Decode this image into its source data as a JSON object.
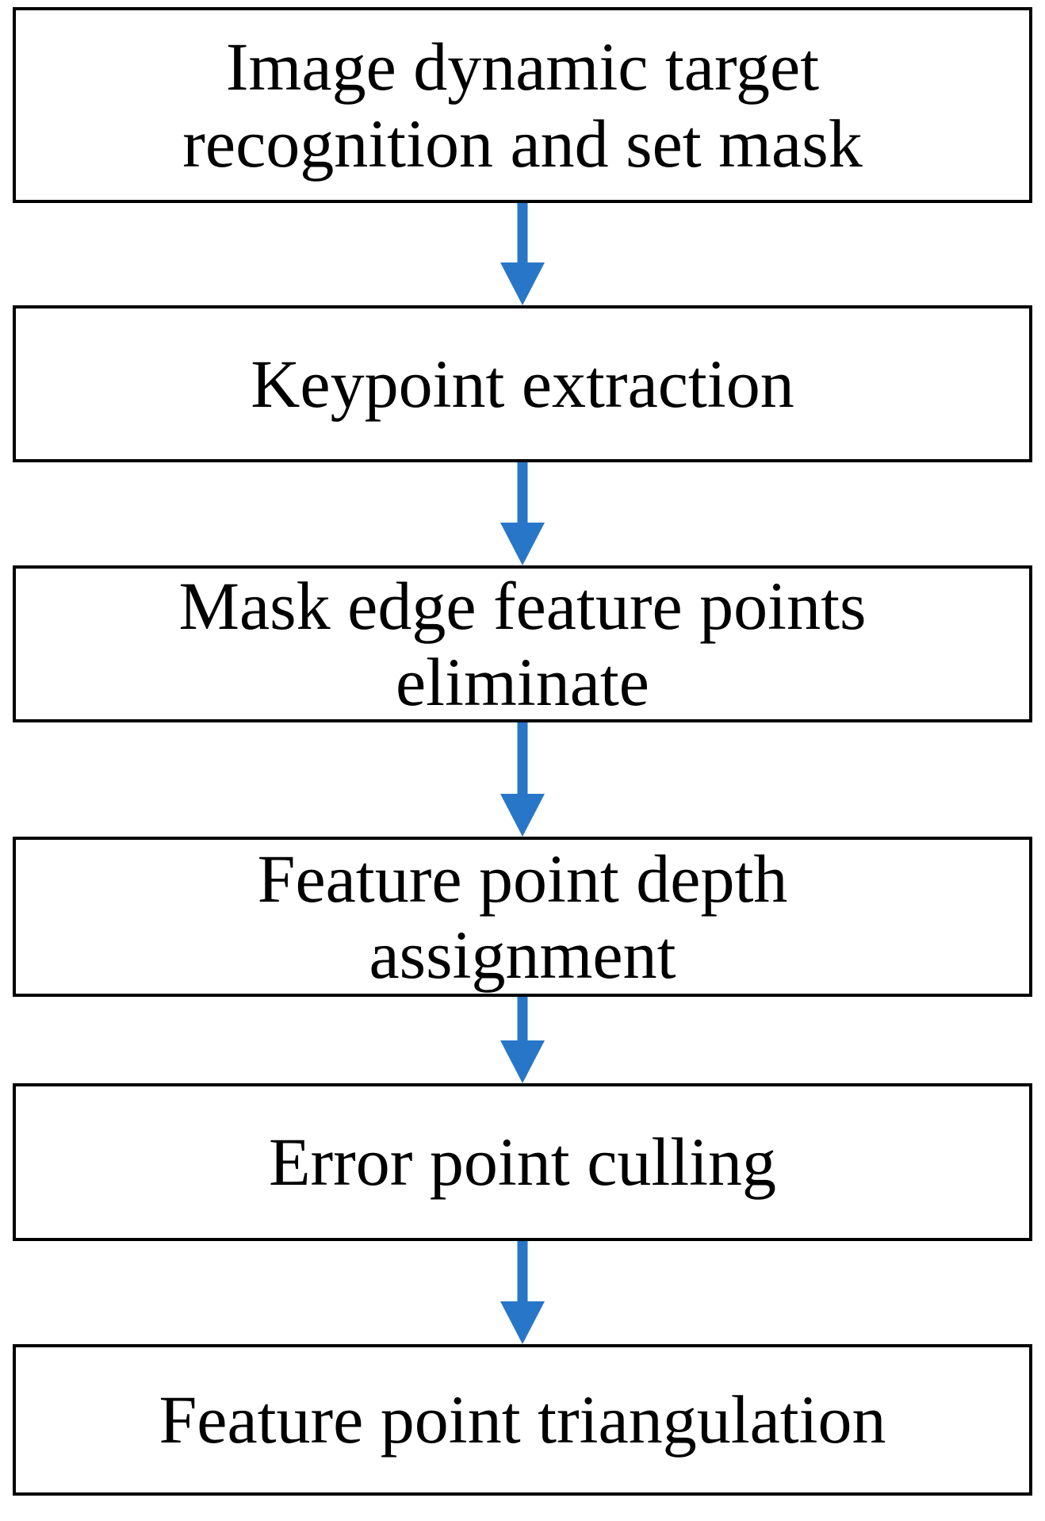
{
  "figure": {
    "type": "flowchart",
    "orientation": "vertical",
    "background_color": "#ffffff",
    "box_border_color": "#000000",
    "text_color": "#000000",
    "arrow_color": "#2876C8"
  },
  "steps": [
    {
      "label": "Image dynamic target\nrecognition and set mask"
    },
    {
      "label": "Keypoint extraction"
    },
    {
      "label": "Mask edge feature points\neliminate"
    },
    {
      "label": "Feature point depth\nassignment"
    },
    {
      "label": "Error point culling"
    },
    {
      "label": "Feature point triangulation"
    }
  ]
}
